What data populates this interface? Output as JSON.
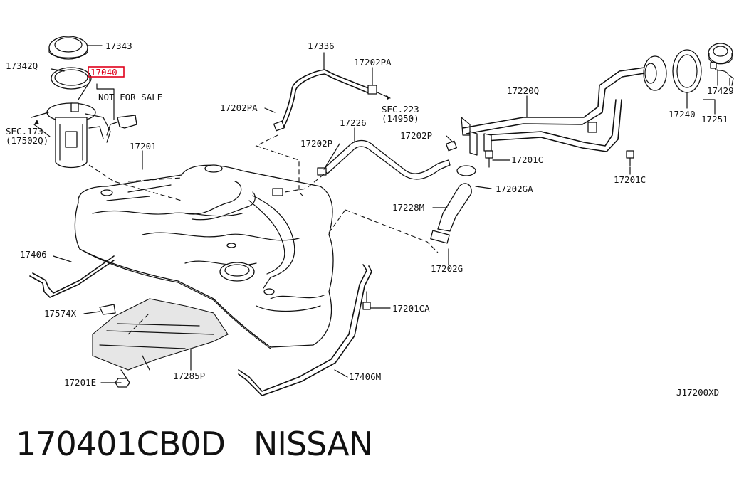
{
  "callouts": {
    "p17343": "17343",
    "p17342q": "17342Q",
    "p17040": "17040",
    "not_for_sale": "NOT FOR SALE",
    "sec173": "SEC.173",
    "sec173_ref": "(17502Q)",
    "p17201": "17201",
    "p17336": "17336",
    "p17202pa_a": "17202PA",
    "p17202pa_b": "17202PA",
    "sec223": "SEC.223",
    "sec223_ref": "(14950)",
    "p17226": "17226",
    "p17202p_a": "17202P",
    "p17202p_b": "17202P",
    "p17220q": "17220Q",
    "p17201c_a": "17201C",
    "p17201c_b": "17201C",
    "p17202ga": "17202GA",
    "p17228m": "17228M",
    "p17202g": "17202G",
    "p17240": "17240",
    "p17429": "17429",
    "p17251": "17251",
    "p17406": "17406",
    "p17574x": "17574X",
    "p17201ca": "17201CA",
    "p17201e": "17201E",
    "p17285p": "17285P",
    "p17406m": "17406M",
    "diagram_code": "J17200XD"
  },
  "caption": {
    "part_number": "170401CB0D",
    "brand": "NISSAN"
  },
  "colors": {
    "highlight": "#e0001b",
    "ink": "#111111"
  }
}
